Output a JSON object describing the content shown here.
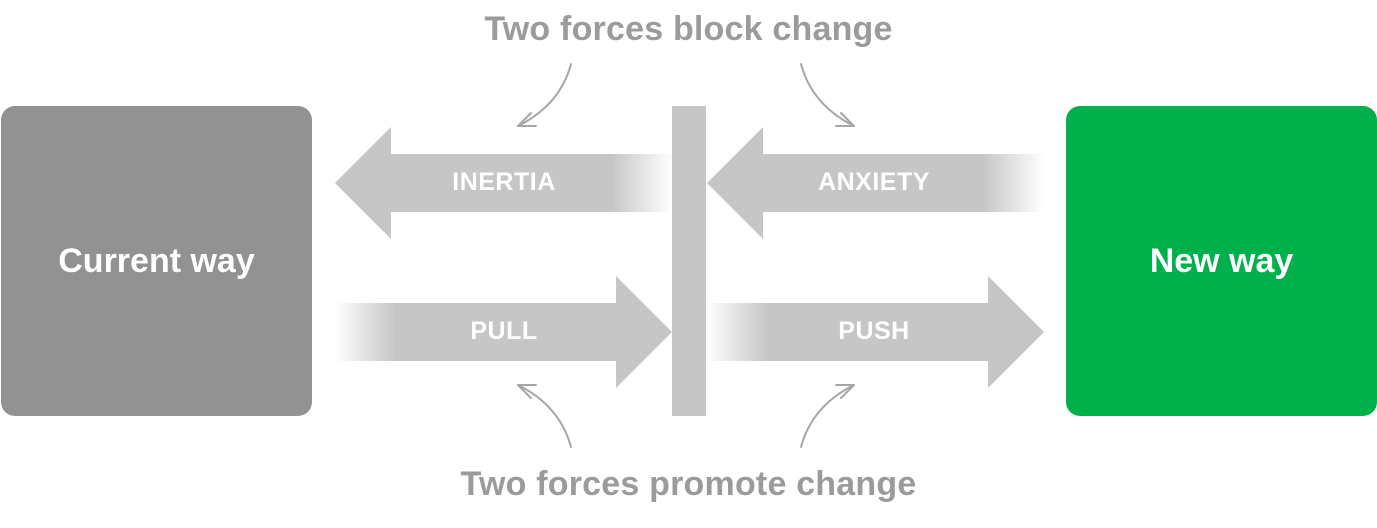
{
  "captions": {
    "top": "Two forces block change",
    "bottom": "Two forces promote change"
  },
  "states": {
    "current": "Current way",
    "new": "New way"
  },
  "forces": {
    "inertia": "INERTIA",
    "anxiety": "ANXIETY",
    "pull": "PULL",
    "push": "PUSH"
  },
  "colors": {
    "current_box": "#929292",
    "new_box": "#00b14b",
    "arrow": "#c6c6c6",
    "caption_text": "#9b9b9b"
  }
}
